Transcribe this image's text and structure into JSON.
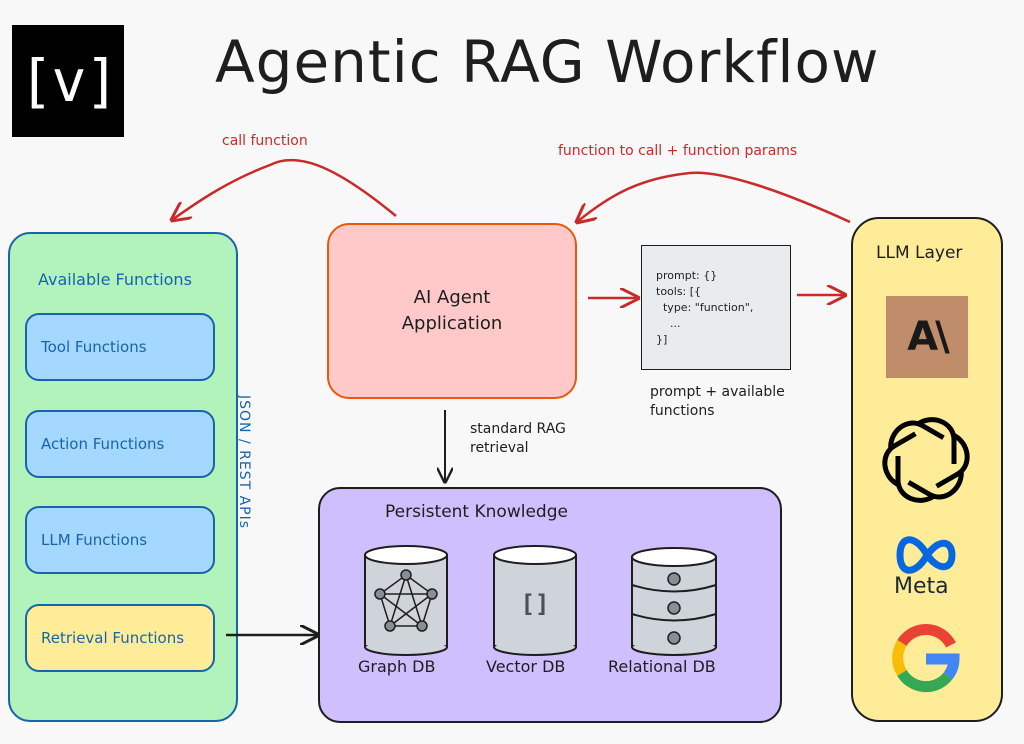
{
  "logo": {
    "text": "[v]"
  },
  "title": "Agentic RAG Workflow",
  "arrows": {
    "call_function": "call function",
    "function_to_call": "function to call + function params",
    "standard_rag": [
      "standard RAG",
      "retrieval"
    ],
    "json_rest": "JSON / REST APIs"
  },
  "available_functions": {
    "title": "Available Functions",
    "items": [
      {
        "label": "Tool Functions"
      },
      {
        "label": "Action Functions"
      },
      {
        "label": "LLM Functions"
      },
      {
        "label": "Retrieval Functions"
      }
    ]
  },
  "agent": {
    "line1": "AI Agent",
    "line2": "Application"
  },
  "code": {
    "text": "prompt: {}\ntools: [{\n  type: \"function\",\n    ...\n}]",
    "caption_line1": "prompt + available",
    "caption_line2": "functions"
  },
  "persistent_knowledge": {
    "title": "Persistent Knowledge",
    "databases": [
      {
        "label": "Graph DB",
        "icon": "graph-icon"
      },
      {
        "label": "Vector DB",
        "icon": "brackets-icon",
        "glyph": "[]"
      },
      {
        "label": "Relational DB",
        "icon": "table-rows-icon"
      }
    ]
  },
  "llm_layer": {
    "title": "LLM Layer",
    "providers": [
      {
        "name": "Anthropic",
        "glyph": "A\\"
      },
      {
        "name": "OpenAI"
      },
      {
        "name": "Meta",
        "text": "Meta"
      },
      {
        "name": "Google"
      }
    ]
  },
  "colors": {
    "arrow_red": "#c92a2a",
    "available_bg": "#b2f2bb",
    "function_bg": "#a5d8ff",
    "retrieval_bg": "#ffec99",
    "agent_bg": "#ffc9c9",
    "knowledge_bg": "#d0bfff",
    "llm_bg": "#ffec99"
  }
}
